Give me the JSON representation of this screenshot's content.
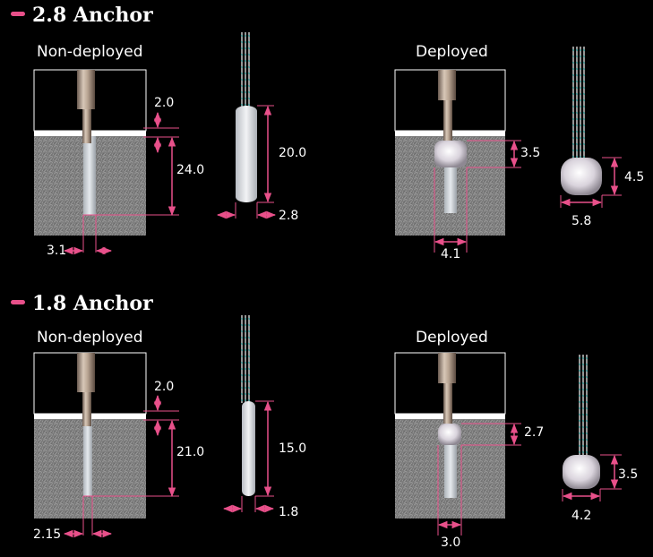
{
  "sections": [
    {
      "title": "2.8 Anchor",
      "non_deployed_label": "Non-deployed",
      "deployed_label": "Deployed",
      "non_deployed_dims": {
        "gap": "2.0",
        "depth": "24.0",
        "hole_width": "3.1"
      },
      "anchor_dims": {
        "length": "20.0",
        "width": "2.8"
      },
      "deployed_dims": {
        "height": "3.5",
        "width": "4.1"
      },
      "deployed_anchor_dims": {
        "height": "4.5",
        "width": "5.8"
      }
    },
    {
      "title": "1.8 Anchor",
      "non_deployed_label": "Non-deployed",
      "deployed_label": "Deployed",
      "non_deployed_dims": {
        "gap": "2.0",
        "depth": "21.0",
        "hole_width": "2.15"
      },
      "anchor_dims": {
        "length": "15.0",
        "width": "1.8"
      },
      "deployed_dims": {
        "height": "2.7",
        "width": "3.0"
      },
      "deployed_anchor_dims": {
        "height": "3.5",
        "width": "4.2"
      }
    }
  ],
  "colors": {
    "accent": "#e8508a",
    "background": "#000000",
    "text": "#ffffff",
    "bone": "#8a8a8a",
    "metal": "#b8a89a"
  }
}
